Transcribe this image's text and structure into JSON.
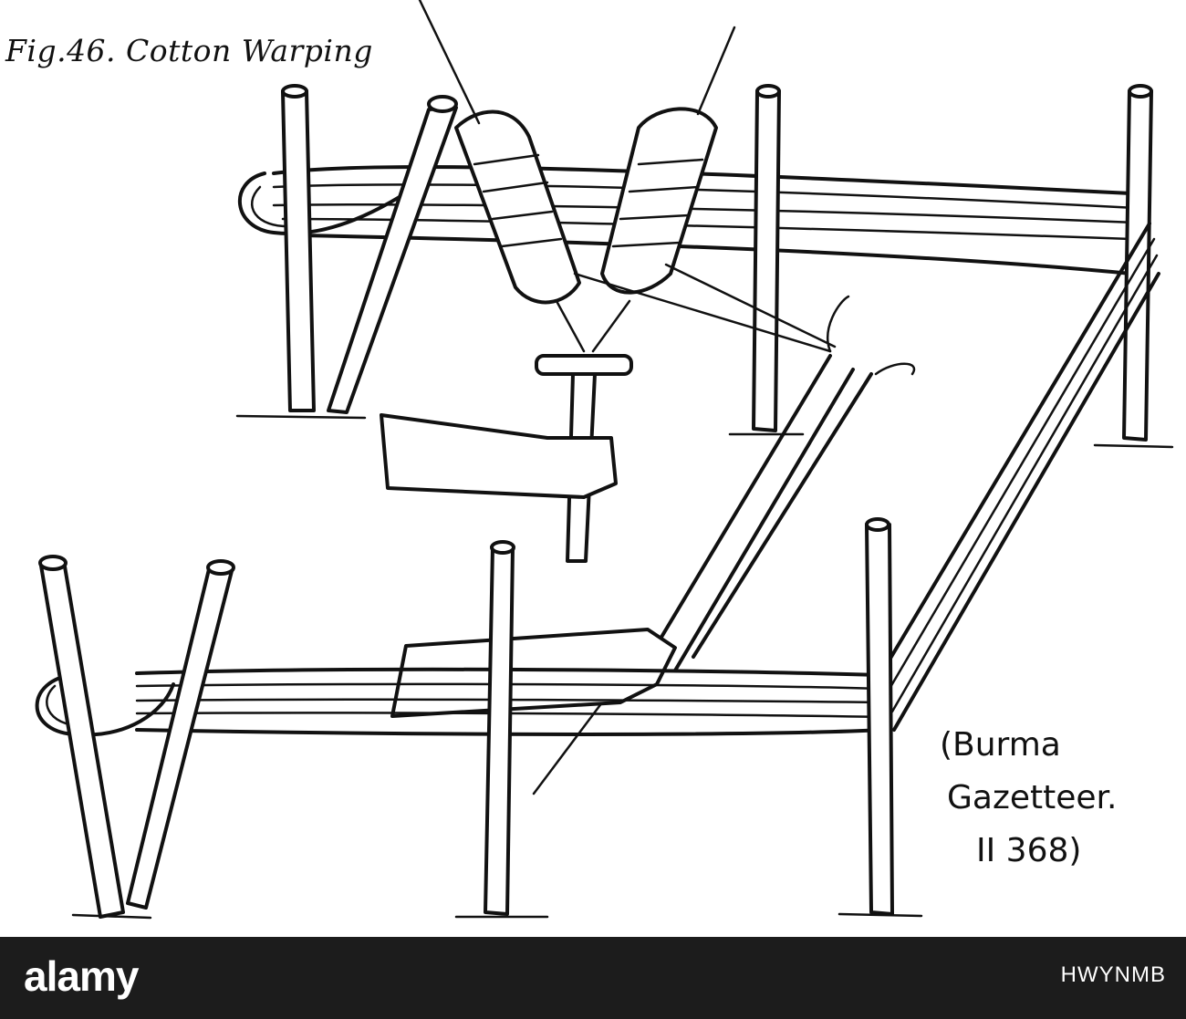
{
  "figure": {
    "title": "Fig.46. Cotton Warping",
    "source_note": [
      "(Burma",
      "Gazetteer.",
      "II 368)"
    ]
  },
  "watermark": {
    "brand": "alamy",
    "image_id": "HWYNMB"
  },
  "colors": {
    "ink": "#111111",
    "paper": "#ffffff",
    "watermark_bar": "#1c1c1c",
    "watermark_text": "#ffffff"
  }
}
